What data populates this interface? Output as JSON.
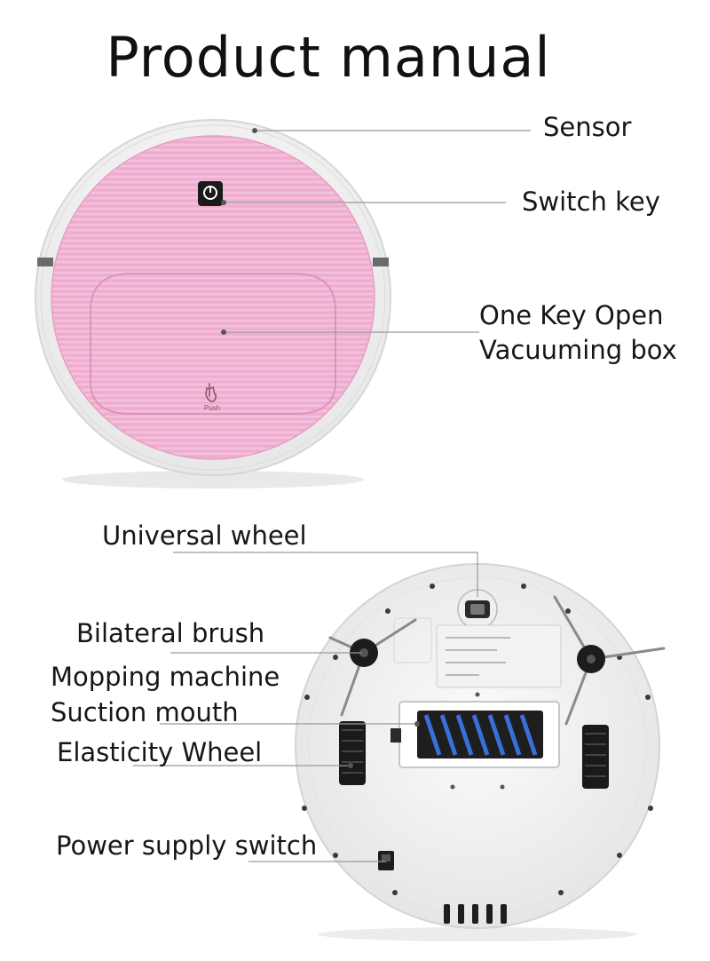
{
  "title": "Product manual",
  "top_labels": {
    "sensor": "Sensor",
    "switch_key": "Switch key",
    "one_key_open_line1": "One Key Open",
    "one_key_open_line2": "Vacuuming box"
  },
  "bottom_labels": {
    "universal_wheel": "Universal wheel",
    "bilateral_brush": "Bilateral brush",
    "mopping_machine": "Mopping machine",
    "suction_mouth": "Suction mouth",
    "elasticity_wheel": "Elasticity Wheel",
    "power_supply_switch": "Power supply switch"
  },
  "device_marks": {
    "push_text": "Push"
  },
  "colors": {
    "pink_top": "#f2b6d5",
    "shell": "#f4f4f4",
    "dark": "#222222",
    "brush_bristle": "#8a8a8a",
    "roller_blue": "#3a6fd8"
  }
}
